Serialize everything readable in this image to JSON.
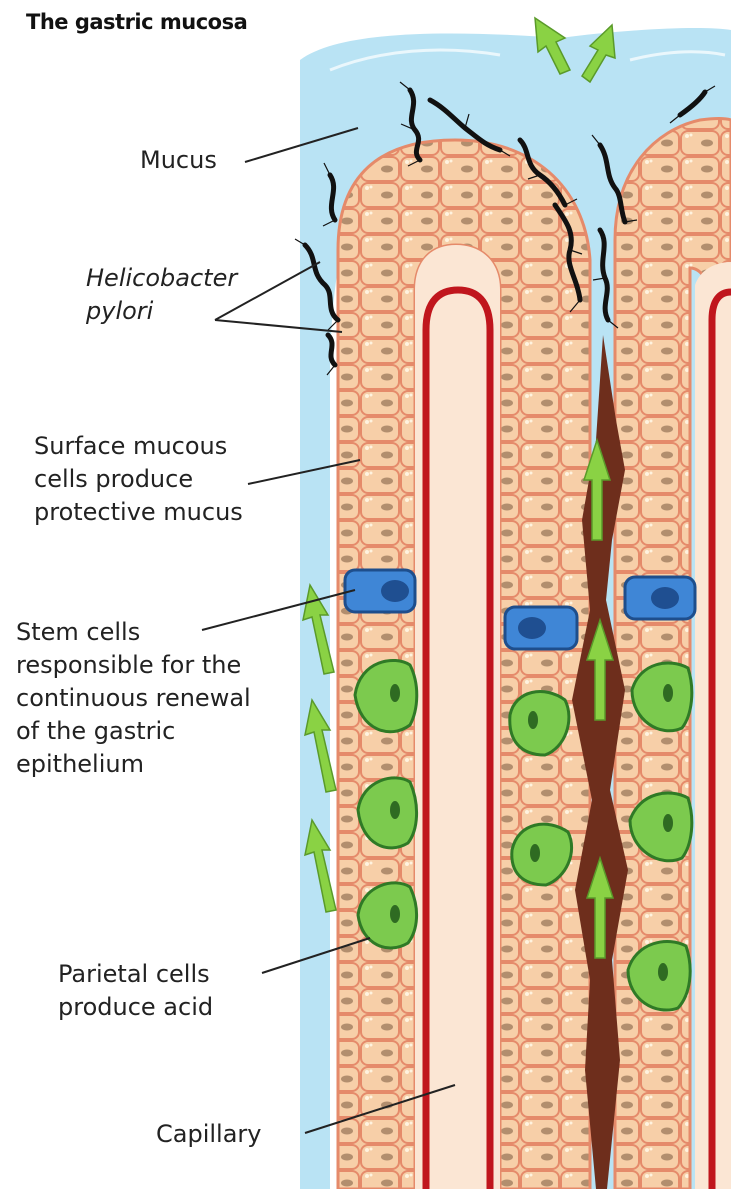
{
  "title": "The gastric mucosa",
  "labels": {
    "mucus": "Mucus",
    "helicobacter": [
      "Helicobacter",
      "pylori"
    ],
    "surface_cells": [
      "Surface mucous",
      "cells produce",
      "protective mucus"
    ],
    "stem_cells": [
      "Stem cells",
      "responsible for the",
      "continuous renewal",
      "of the gastric",
      "epithelium"
    ],
    "parietal": [
      "Parietal cells",
      "produce acid"
    ],
    "capillary": "Capillary"
  },
  "colors": {
    "mucus": "#b9e3f4",
    "epithelium_cell": "#f5c9a1",
    "cell_border": "#e58a6a",
    "nucleus": "#b28e6e",
    "lamina": "#fbe6d4",
    "capillary": "#c0161d",
    "acid_channel": "#6e2e1c",
    "stem_cell": "#3f86d6",
    "parietal_cell": "#7cca4e",
    "arrow": "#8ad244",
    "bacteria": "#111111"
  }
}
